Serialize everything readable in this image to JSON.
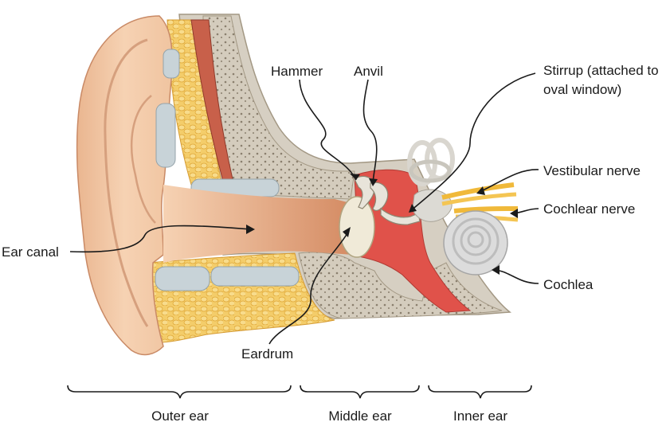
{
  "labels": {
    "hammer": "Hammer",
    "anvil": "Anvil",
    "stirrup_line1": "Stirrup (attached to",
    "stirrup_line2": "oval window)",
    "vestibular_nerve": "Vestibular nerve",
    "cochlear_nerve": "Cochlear nerve",
    "ear_canal": "Ear canal",
    "cochlea": "Cochlea",
    "eardrum": "Eardrum"
  },
  "regions": {
    "outer": "Outer ear",
    "middle": "Middle ear",
    "inner": "Inner ear"
  },
  "colors": {
    "skin": "#f3c9a5",
    "skin_dark": "#dba784",
    "fat": "#f2c45a",
    "cartilage": "#c9d2d6",
    "bone": "#d8d1c4",
    "bone_dark": "#b9ad98",
    "cavity": "#e0524a",
    "canal": "#d99470",
    "nerve": "#f0b93a",
    "cochlea": "#dcdcdc"
  }
}
